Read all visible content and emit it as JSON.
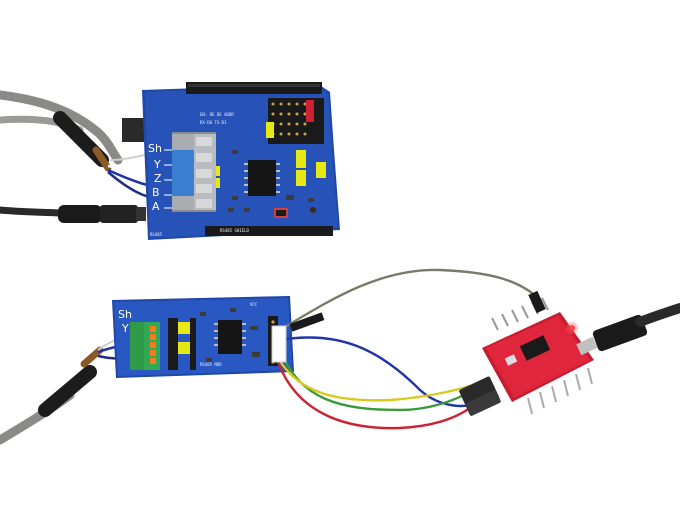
{
  "photo": {
    "subject": "",
    "colors": {
      "background": "#ffffff",
      "shield_pcb": "#2752b8",
      "small_pcb": "#2a58c2",
      "ftdi_pcb": "#e0263c",
      "terminal_grey": "#a9acb0",
      "terminal_blue": "#3b7fd0",
      "terminal_green": "#33a852",
      "jumper_yellow": "#e6e816",
      "header_black": "#1a1a1a",
      "cable_grey": "#8a8a88",
      "cable_dark": "#2a2a2a",
      "wire_blue": "#2233aa",
      "wire_red": "#cc2233",
      "wire_green": "#3a9a3a",
      "wire_yellow": "#d8c820",
      "wire_grey": "#7a7a6a"
    }
  },
  "shield_labels": {
    "sh": "Sh",
    "y": "Y",
    "z": "Z",
    "b": "B",
    "a": "A"
  },
  "module_labels": {
    "sh": "Sh",
    "y": "Y"
  }
}
